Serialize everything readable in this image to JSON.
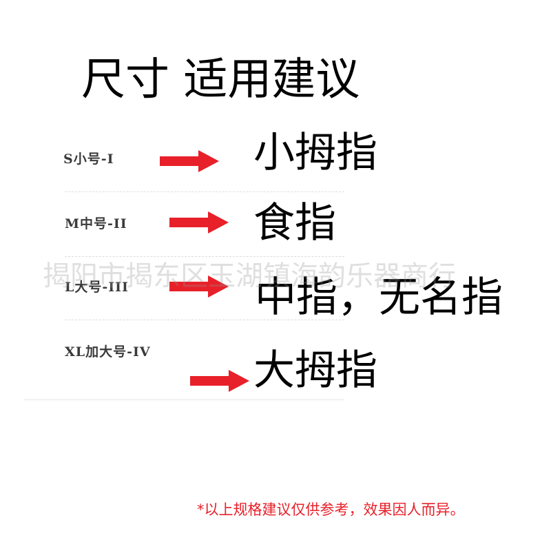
{
  "title": "尺寸 适用建议",
  "rows": [
    {
      "size": "S小号-I",
      "finger": "小拇指"
    },
    {
      "size": "M中号-II",
      "finger": "食指"
    },
    {
      "size": "L大号-III",
      "finger": "中指，无名指"
    },
    {
      "size": "XL加大号-IV",
      "finger": "大拇指"
    }
  ],
  "watermark": "揭阳市揭东区玉湖镇海韵乐器商行",
  "note": "*以上规格建议仅供参考，效果因人而异。",
  "colors": {
    "arrow": "#e8202a",
    "note": "#e8202a",
    "text": "#000000"
  }
}
